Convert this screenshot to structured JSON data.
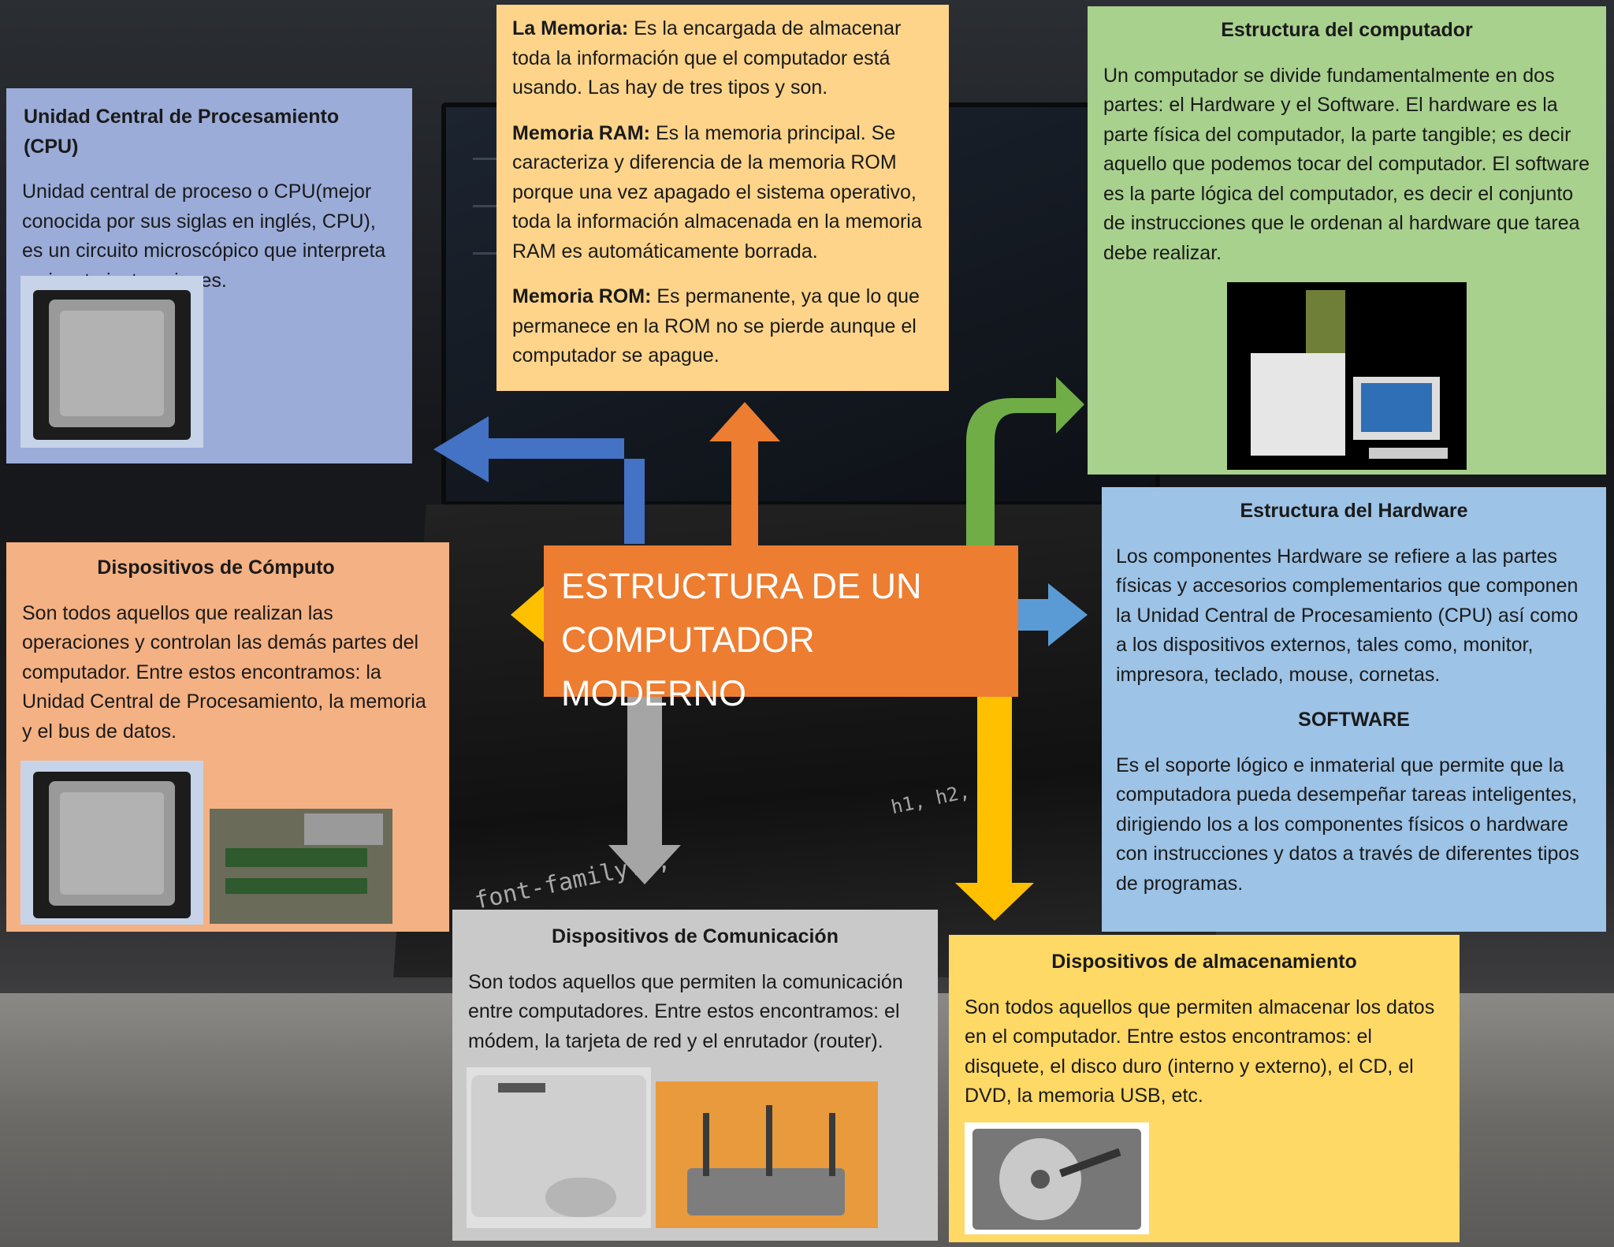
{
  "central_title": [
    "ESTRUCTURA DE UN",
    "COMPUTADOR MODERNO"
  ],
  "cpu_box": {
    "title": "Unidad Central de Procesamiento (CPU)",
    "text": "Unidad central de proceso o CPU(mejor conocida por sus siglas en inglés, CPU), es un circuito microscópico que interpreta y ejecuta instrucciones."
  },
  "memoria_box": {
    "p1_label": "La Memoria:",
    "p1_text": " Es la encargada de almacenar toda la información que el computador está usando. Las hay de tres tipos y son.",
    "p2_label": "Memoria RAM:",
    "p2_text": " Es la memoria principal. Se caracteriza y diferencia de la memoria ROM porque una vez apagado el sistema operativo, toda la información almacenada en la memoria RAM es automáticamente borrada.",
    "p3_label": "Memoria ROM:",
    "p3_text": " Es permanente, ya que lo que permanece en la ROM no se pierde aunque el computador se apague."
  },
  "estructura_box": {
    "title": "Estructura del computador",
    "text": "Un computador se divide fundamentalmente en dos partes: el Hardware y el Software. El hardware es la parte física del computador, la parte tangible; es decir aquello que podemos tocar del computador. El software es la parte lógica del computador, es decir el conjunto de instrucciones que le ordenan al hardware que tarea debe realizar."
  },
  "hardware_box": {
    "title": "Estructura del Hardware",
    "text": "Los componentes Hardware se refiere a las partes físicas y accesorios complementarios que componen la Unidad Central de Procesamiento (CPU) así como a los dispositivos externos, tales como, monitor, impresora, teclado, mouse, cornetas.",
    "software_title": "SOFTWARE",
    "software_text": "Es el soporte lógico e inmaterial que permite que la computadora pueda desempeñar tareas inteligentes, dirigiendo los a los componentes físicos o hardware con instrucciones y datos a través de diferentes tipos de programas."
  },
  "computo_box": {
    "title": "Dispositivos de Cómputo",
    "text": "Son todos aquellos que realizan las operaciones y controlan las demás partes del computador. Entre estos encontramos: la Unidad Central de Procesamiento, la memoria y el bus de datos."
  },
  "comunicacion_box": {
    "title": "Dispositivos de Comunicación",
    "text": "Son todos aquellos que permiten la comunicación entre computadores. Entre estos encontramos: el módem, la tarjeta de red y el enrutador (router)."
  },
  "almacenamiento_box": {
    "title": "Dispositivos de almacenamiento",
    "text": "Son todos aquellos que permiten almacenar los datos en el computador. Entre estos encontramos: el disquete, el disco duro (interno y externo), el CD, el DVD, la memoria USB, etc."
  },
  "colors": {
    "cpu": "#9bacd9",
    "memoria": "#fdd48a",
    "estructura": "#a9d18e",
    "hardware": "#9dc3e6",
    "computo": "#f4b183",
    "comunicacion": "#c9c9c9",
    "almacenamiento": "#ffd966",
    "central": "#ed7d31",
    "arrow_blue": "#4472c4",
    "arrow_orange": "#ed7d31",
    "arrow_green": "#70ad47",
    "arrow_yellow": "#ffc000",
    "arrow_gray": "#a5a5a5",
    "arrow_lightblue": "#5b9bd5"
  }
}
